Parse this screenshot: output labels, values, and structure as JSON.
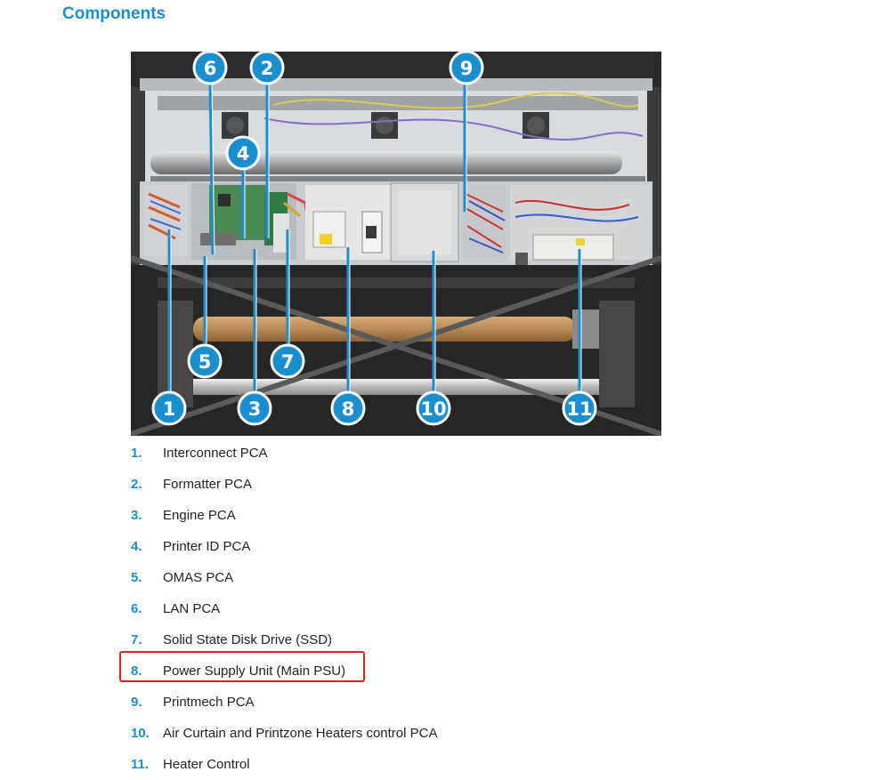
{
  "section": {
    "title": "Components"
  },
  "callouts": [
    "1",
    "2",
    "3",
    "4",
    "5",
    "6",
    "7",
    "8",
    "9",
    "10",
    "11"
  ],
  "components": [
    {
      "num": "1.",
      "label": "Interconnect PCA"
    },
    {
      "num": "2.",
      "label": "Formatter PCA"
    },
    {
      "num": "3.",
      "label": "Engine PCA"
    },
    {
      "num": "4.",
      "label": "Printer ID PCA"
    },
    {
      "num": "5.",
      "label": "OMAS PCA"
    },
    {
      "num": "6.",
      "label": "LAN PCA"
    },
    {
      "num": "7.",
      "label": "Solid State Disk Drive (SSD)"
    },
    {
      "num": "8.",
      "label": "Power Supply Unit (Main PSU)"
    },
    {
      "num": "9.",
      "label": "Printmech PCA"
    },
    {
      "num": "10.",
      "label": "Air Curtain and Printzone Heaters control PCA"
    },
    {
      "num": "11.",
      "label": "Heater Control"
    }
  ],
  "highlight": {
    "color": "#e02020",
    "item": "8."
  },
  "colors": {
    "accent": "#1a8fd0",
    "callout_fill": "#1a8fd0",
    "callout_stroke": "#ffffff"
  }
}
